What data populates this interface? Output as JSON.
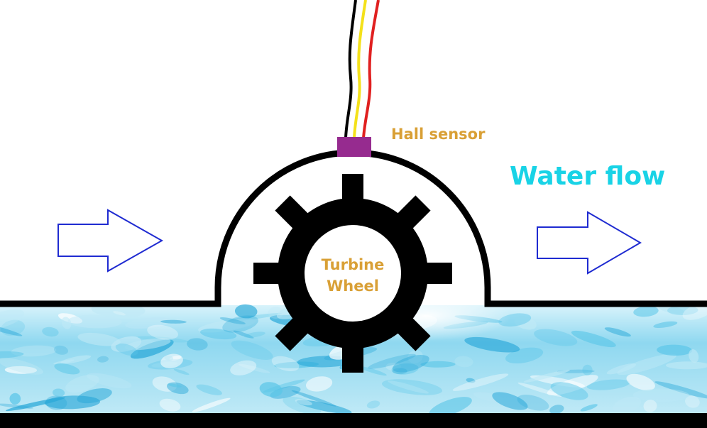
{
  "labels": {
    "hall_sensor": "Hall sensor",
    "water_flow": "Water flow",
    "turbine_line1": "Turbine",
    "turbine_line2": "Wheel"
  },
  "icons": {
    "inflow_arrow": "arrow-right-icon",
    "outflow_arrow": "arrow-right-icon",
    "gear": "gear-icon"
  },
  "colors": {
    "hall_sensor_label": "#d9a036",
    "turbine_label": "#d9a036",
    "water_flow_label": "#19d3e6",
    "sensor_body": "#962b8f",
    "arrow_stroke": "#1f2bd1",
    "pipe": "#000000",
    "water_light": "#bfe9f6",
    "water_mid": "#5cc6e8",
    "water_dark": "#2aa8d8",
    "wire_black": "#000000",
    "wire_yellow": "#f4e11a",
    "wire_red": "#e02020"
  }
}
